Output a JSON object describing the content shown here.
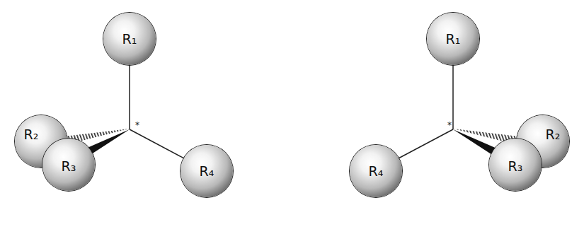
{
  "diagram": {
    "nodes": [
      {
        "text": [
          "R₁"
        ]
      },
      {
        "text": [
          "R₂"
        ]
      },
      {
        "text": [
          "R₃"
        ]
      },
      {
        "text": [
          "R₄"
        ]
      },
      {
        "text": [
          "R₁"
        ]
      },
      {
        "text": [
          "R₄"
        ]
      },
      {
        "text": [
          "R₂"
        ]
      },
      {
        "text": [
          "R₃"
        ]
      }
    ],
    "labels": [
      "*",
      "*"
    ]
  }
}
